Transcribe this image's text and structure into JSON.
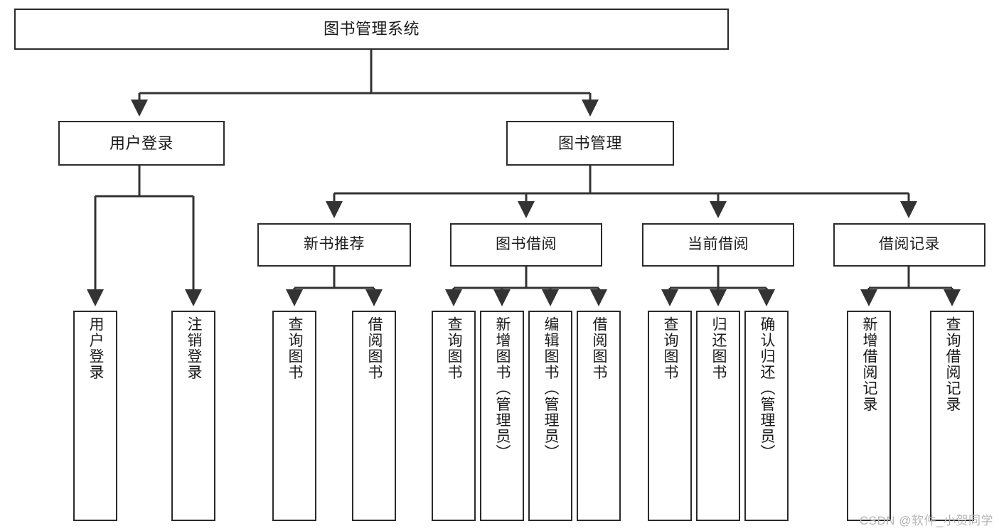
{
  "diagram": {
    "type": "hierarchy-tree",
    "title": "图书管理系统",
    "watermark": "CSDN @软件_小贺同学",
    "colors": {
      "box_border": "#2b2b2b",
      "box_fill": "#ffffff",
      "connector": "#333333",
      "text": "#1a1a1a",
      "watermark": "#b6b6b6",
      "background": "#ffffff"
    },
    "nodes": {
      "root": {
        "label": "图书管理系统"
      },
      "level1": [
        {
          "label": "用户登录"
        },
        {
          "label": "图书管理"
        }
      ],
      "level2": [
        {
          "label": "新书推荐"
        },
        {
          "label": "图书借阅"
        },
        {
          "label": "当前借阅"
        },
        {
          "label": "借阅记录"
        }
      ],
      "leaves": {
        "user_login": [
          {
            "label": "用户登录"
          },
          {
            "label": "注销登录"
          }
        ],
        "new_book_recommend": [
          {
            "label": "查询图书"
          },
          {
            "label": "借阅图书"
          }
        ],
        "book_borrow": [
          {
            "label": "查询图书"
          },
          {
            "label": "新增图书（管理员）"
          },
          {
            "label": "编辑图书（管理员）"
          },
          {
            "label": "借阅图书"
          }
        ],
        "current_borrow": [
          {
            "label": "查询图书"
          },
          {
            "label": "归还图书"
          },
          {
            "label": "确认归还（管理员）"
          }
        ],
        "borrow_record": [
          {
            "label": "新增借阅记录"
          },
          {
            "label": "查询借阅记录"
          }
        ]
      }
    }
  }
}
